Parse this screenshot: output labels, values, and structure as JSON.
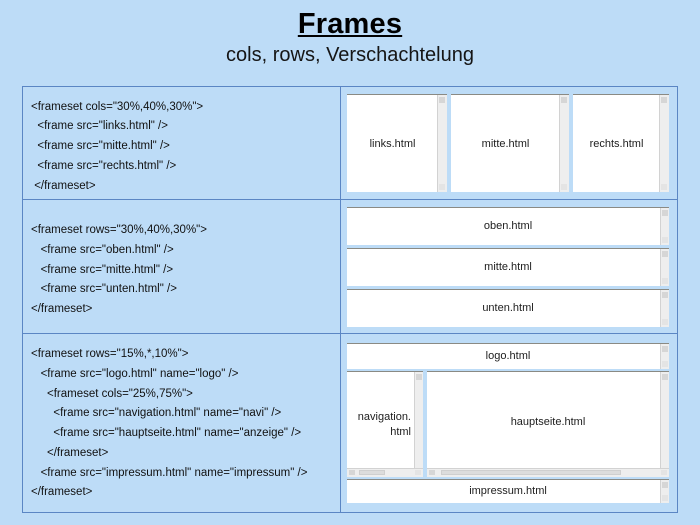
{
  "header": {
    "title": "Frames",
    "subtitle": "cols, rows, Verschachtelung"
  },
  "rows": [
    {
      "code": [
        "<frameset cols=\"30%,40%,30%\">",
        "  <frame src=\"links.html\" />",
        "  <frame src=\"mitte.html\" />",
        "  <frame src=\"rechts.html\" />",
        " </frameset>"
      ],
      "preview": {
        "type": "cols",
        "panes": [
          "links.html",
          "mitte.html",
          "rechts.html"
        ]
      }
    },
    {
      "code": [
        "<frameset rows=\"30%,40%,30%\">",
        "   <frame src=\"oben.html\" />",
        "   <frame src=\"mitte.html\" />",
        "   <frame src=\"unten.html\" />",
        "</frameset>"
      ],
      "preview": {
        "type": "rows",
        "panes": [
          "oben.html",
          "mitte.html",
          "unten.html"
        ]
      }
    },
    {
      "code": [
        "<frameset rows=\"15%,*,10%\">",
        "   <frame src=\"logo.html\" name=\"logo\" />",
        "     <frameset cols=\"25%,75%\">",
        "       <frame src=\"navigation.html\" name=\"navi\" />",
        "       <frame src=\"hauptseite.html\" name=\"anzeige\" />",
        "     </frameset>",
        "   <frame src=\"impressum.html\" name=\"impressum\" />",
        "</frameset>"
      ],
      "preview": {
        "type": "nested",
        "top": "logo.html",
        "nav": "navigation.\nhtml",
        "main": "hauptseite.html",
        "bottom": "impressum.html"
      }
    }
  ],
  "colors": {
    "background": "#bddcf7",
    "border": "#5b86c4",
    "pane": "#ffffff",
    "scrollbar": "#eeeeee",
    "text": "#111111"
  }
}
